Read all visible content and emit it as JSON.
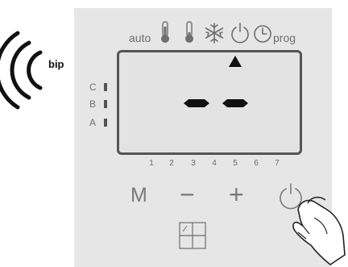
{
  "sound": {
    "label": "bip"
  },
  "mode_bar": {
    "auto_label": "auto",
    "prog_label": "prog",
    "icons": [
      "thermometer-comfort-icon",
      "thermometer-eco-icon",
      "frost-icon",
      "power-icon",
      "clock-icon"
    ],
    "selected": "power-icon"
  },
  "display": {
    "levels": [
      "C",
      "B",
      "A"
    ],
    "readout": "– –",
    "days": [
      "1",
      "2",
      "3",
      "4",
      "5",
      "6",
      "7"
    ]
  },
  "controls": {
    "mode_label": "M",
    "minus_label": "−",
    "plus_label": "+"
  },
  "colors": {
    "panel": "#e6e6e6",
    "screen_border": "#555555",
    "icon": "#6e6e6e"
  }
}
